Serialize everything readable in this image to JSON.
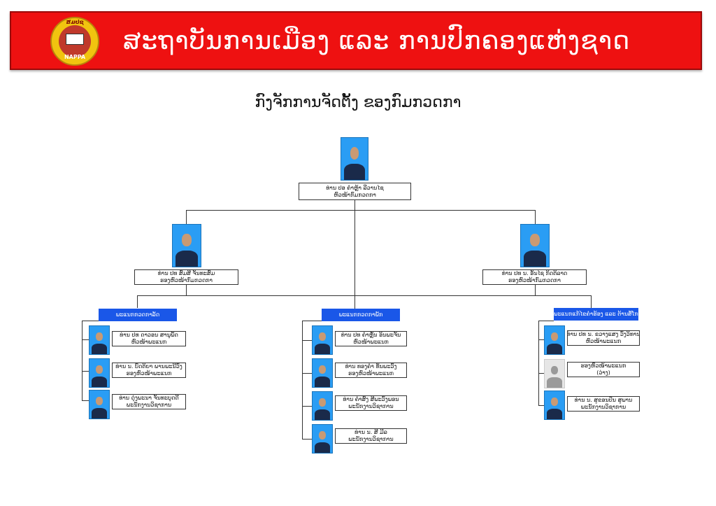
{
  "header": {
    "title": "ສະຖາບັນການເມືອງ ແລະ ການປົກຄອງແຫ່ງຊາດ",
    "logo_top_text": "ສມປຊ",
    "logo_bottom_text": "NAPPA"
  },
  "chart_title": "ກົງຈັກການຈັດຕັ້ງ ຂອງກົມກວດກາ",
  "director": {
    "name": "ທ່ານ ປອ ຄໍາຫຼ້າ ລີວານໄຊ",
    "position": "ຫົວໜ້າກົມກວດກາ"
  },
  "deputies": [
    {
      "name": "ທ່ານ ປທ ສົມສີ ຈັນທະສົມ",
      "position": "ຮອງຫົວໜ້າກົມກວດກາ"
    },
    {
      "name": "ທ່ານ ປທ ນ. ອັນໄຊ ກິດຕິລາດ",
      "position": "ຮອງຫົວໜ້າກົມກວດກາ"
    }
  ],
  "departments": [
    {
      "title": "ພະແນກກວດກາລັດ",
      "members": [
        {
          "name": "ທ່ານ ປທ ດາວອນ ສານຸພັດ",
          "position": "ຫົວໜ້າພະແນກ"
        },
        {
          "name": "ທ່ານ ນ. ບົດຕິຍາ ພານພະນີວົງ",
          "position": "ຮອງຫົວໜ້າພະແນກ"
        },
        {
          "name": "ທ່ານ ດຸ່ງພະນາ ຈັນທະບຸດດີ",
          "position": "ພະນັກງານວິຊາການ"
        }
      ]
    },
    {
      "title": "ພະແນກກວດກາພັກ",
      "members": [
        {
          "name": "ທ່ານ ປທ ຄໍາຫຼັ່ນ ອິນພະຈັນ",
          "position": "ຫົວໜ້າພະແນກ"
        },
        {
          "name": "ທ່ານ ທອງຄໍາ ທັນພະວົງ",
          "position": "ຮອງຫົວໜ້າພະແນກ"
        },
        {
          "name": "ທ່ານ ຄໍາສົງ ສີພະວົງພອນ",
          "position": "ພະນັກງານວິຊາການ"
        },
        {
          "name": "ທ່ານ ນ. ສີ ມີລ",
          "position": "ພະນັກງານວິຊາການ"
        }
      ]
    },
    {
      "title": "ພະແນກແກ້ໄຂຄໍາຮ້ອງ ແລະ ຕ້ານສໍ້ໂກງ",
      "members": [
        {
          "name": "ທ່ານ ປທ ນ. ຂວາງແສງ ວົງວິທານ",
          "position": "ຫົວໜ້າພະແນກ"
        },
        {
          "name": "ຮອງຫົວໜ້າພະແນກ",
          "position": "(ວ່າງ)"
        },
        {
          "name": "ທ່ານ ນ. ສູຂອນປັນ ສູພານ",
          "position": "ພະນັກງານວິຊາການ"
        }
      ]
    }
  ]
}
